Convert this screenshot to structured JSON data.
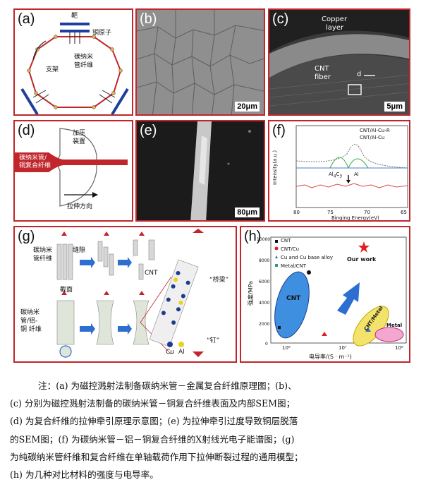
{
  "panels": {
    "a": {
      "label": "(a)",
      "target": "靶",
      "copper_atom": "铜原子",
      "support": "支架",
      "cnt_fiber_line1": "碳纳米",
      "cnt_fiber_line2": "管纤维"
    },
    "b": {
      "label": "(b)",
      "scale": "20μm"
    },
    "c": {
      "label": "(c)",
      "copper_layer_line1": "Copper",
      "copper_layer_line2": "layer",
      "cnt_line1": "CNT",
      "cnt_line2": "fiber",
      "d_marker": "d",
      "scale": "5μm"
    },
    "d": {
      "label": "(d)",
      "fiber_line1": "碳纳米管/",
      "fiber_line2": "铜复合纤维",
      "press_line1": "加压",
      "press_line2": "装置",
      "stretch": "拉伸方向"
    },
    "e": {
      "label": "(e)",
      "scale": "80μm"
    },
    "f": {
      "label": "(f)",
      "legend_r": "CNT/Al-Cu-R",
      "legend": "CNT/Al-Cu",
      "ylabel": "Intensity(a.u.)",
      "xlabel": "Binging Energy(eV)",
      "ticks": [
        "80",
        "75",
        "70",
        "65"
      ],
      "al4c3_main": "Al",
      "al4c3_sub1": "4",
      "al4c3_c": "C",
      "al4c3_sub2": "3",
      "al_peak": "Al"
    },
    "g": {
      "label": "(g)",
      "cnt_fiber_line1": "碳纳米",
      "cnt_fiber_line2": "管纤维",
      "gap": "缝隙",
      "section": "截面",
      "cnt": "CNT",
      "composite_line1": "碳纳米",
      "composite_line2": "管/铝-",
      "composite_line3": "铜 纤维",
      "bridge": "“桥梁”",
      "nail": "“钉”",
      "cu": "Cu",
      "al": "Al"
    },
    "h": {
      "label": "(h)",
      "ylabel": "强度/MPa",
      "xlabel": "电导率/(S · m⁻¹)",
      "yticks": [
        "10000",
        "8000",
        "6000",
        "4000",
        "2000",
        "0"
      ],
      "xticks": [
        "10⁶",
        "10⁷",
        "10⁸"
      ],
      "legend": [
        "CNT",
        "CNT/Cu",
        "Cu and Cu base alloy",
        "Metal/CNT"
      ],
      "our_work": "Our work",
      "cnt_region": "CNT",
      "cnt_metal_region": "CNT/Metal",
      "metal_region": "Metal"
    }
  },
  "caption": [
    "注：(a) 为磁控溅射法制备碳纳米管－金属复合纤维原理图；(b)、",
    "(c) 分别为磁控溅射法制备的碳纳米管－铜复合纤维表面及内部SEM图；",
    "(d) 为复合纤维的拉伸牵引原理示意图；(e) 为拉伸牵引过度导致铜层脱落",
    "的SEM图；(f) 为碳纳米管－铝－铜复合纤维的X射线光电子能谱图；(g)",
    "为纯碳纳米管纤维和复合纤维在单轴载荷作用下拉伸断裂过程的通用模型；",
    "(h) 为几种对比材料的强度与电导率。"
  ],
  "colors": {
    "border": "#c0262b",
    "accent_blue": "#2c6fd0"
  }
}
